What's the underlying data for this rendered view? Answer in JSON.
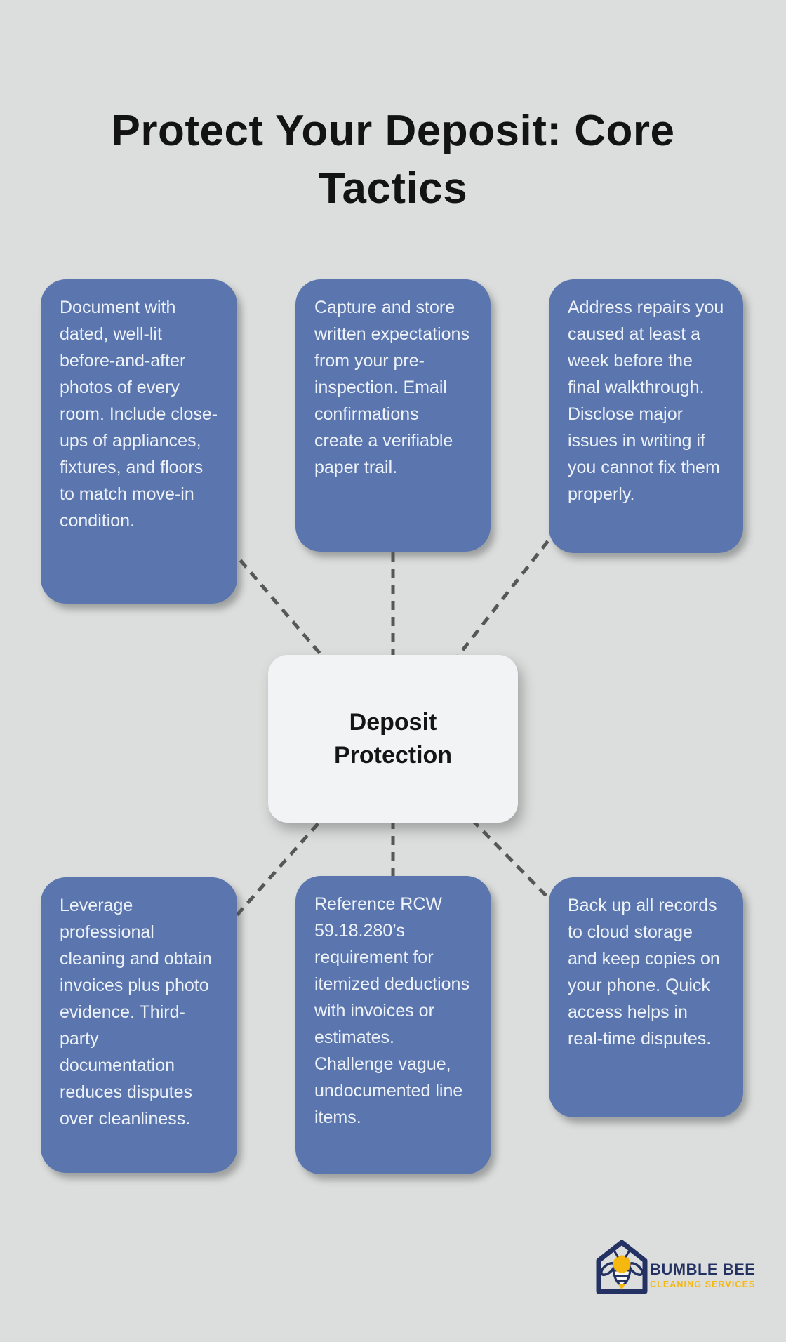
{
  "title": "Protect Your Deposit: Core Tactics",
  "center_node": {
    "label": "Deposit Protection"
  },
  "tactics": [
    {
      "position": "top-left",
      "text": "Document with dated, well-lit before-and-after photos of every room. Include close-ups of appliances, fixtures, and floors to match move-in condition."
    },
    {
      "position": "top-middle",
      "text": "Capture and store written expectations from your pre-inspection. Email confirmations create a verifiable paper trail."
    },
    {
      "position": "top-right",
      "text": "Address repairs you caused at least a week before the final walkthrough. Disclose major issues in writing if you cannot fix them properly."
    },
    {
      "position": "bottom-left",
      "text": "Leverage professional cleaning and obtain invoices plus photo evidence. Third-party documentation reduces disputes over cleanliness."
    },
    {
      "position": "bottom-middle",
      "text": "Reference RCW 59.18.280’s requirement for itemized deductions with invoices or estimates. Challenge vague, undocumented line items."
    },
    {
      "position": "bottom-right",
      "text": "Back up all records to cloud storage and keep copies on your phone. Quick access helps in real-time disputes."
    }
  ],
  "logo": {
    "icon": "bee-in-house-icon",
    "name": "BUMBLE BEE",
    "tagline": "CLEANING SERVICES"
  },
  "colors": {
    "background": "#dcdedd",
    "card": "#5b76ae",
    "card_text": "#edf2f9",
    "center_bg": "#f2f3f4",
    "center_text": "#151515",
    "connector": "#575757",
    "title": "#131313",
    "logo_navy": "#243263",
    "logo_yellow": "#f6b80e"
  }
}
